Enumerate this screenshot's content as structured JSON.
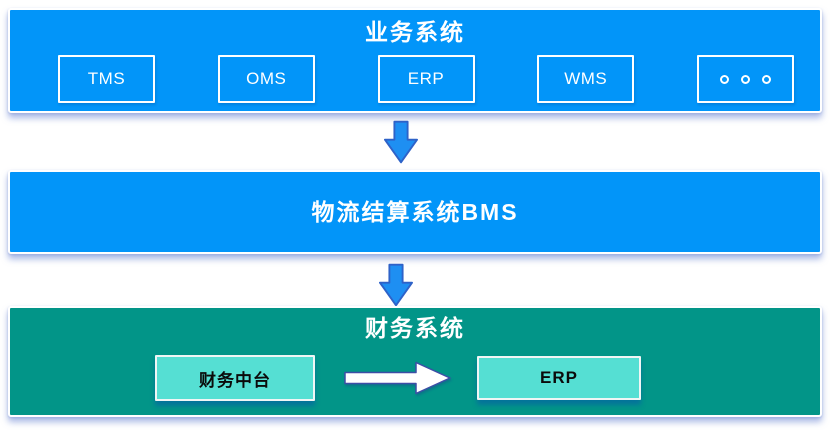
{
  "diagram": {
    "bands": {
      "business": {
        "title": "业务系统",
        "boxes": [
          {
            "label": "TMS"
          },
          {
            "label": "OMS"
          },
          {
            "label": "ERP"
          },
          {
            "label": "WMS"
          },
          {
            "label": "。。。",
            "icon": "ellipsis-dots"
          }
        ]
      },
      "bms": {
        "title": "物流结算系统BMS"
      },
      "finance": {
        "title": "财务系统",
        "boxes": [
          {
            "label": "财务中台"
          },
          {
            "label": "ERP"
          }
        ],
        "connector": "right-arrow"
      }
    },
    "connectors": {
      "arrow_1": "down-arrow",
      "arrow_2": "down-arrow"
    },
    "colors": {
      "band_blue": "#0295F9",
      "band_teal": "#029588",
      "finance_box_fill": "#55DFD3",
      "down_arrow_fill": "#1E8FF2",
      "down_arrow_stroke": "#2E62C8",
      "right_arrow_fill": "#FFFFFF",
      "right_arrow_stroke": "#3D4EA6",
      "band_border": "#FFFFFF",
      "shadow": "#AEBFE9",
      "title_text": "#FFFFFF",
      "finance_box_text": "#0B0B0B"
    }
  }
}
